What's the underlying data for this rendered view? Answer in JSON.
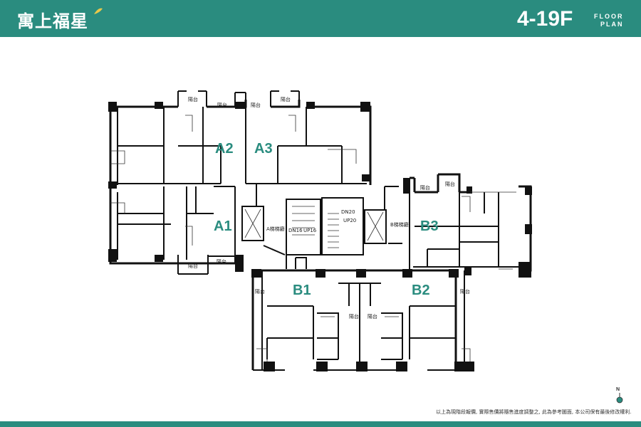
{
  "header": {
    "brand": "寓上福星",
    "floor": "4-19F",
    "floor_sub_1": "FLOOR",
    "floor_sub_2": "PLAN"
  },
  "plan": {
    "units": [
      "A2",
      "A3",
      "A1",
      "B3",
      "B1",
      "B2"
    ],
    "balcony": "陽台",
    "stair_a": "A梯梯廳",
    "stair_b": "B梯梯廳",
    "dn20": "DN20",
    "up20": "UP20",
    "dn16": "DN16",
    "up16": "UP16"
  },
  "north": "N",
  "footnote": "以上為現階段報價, 實際售價將隨售進度調整之, 此為參考圖面, 本公司保有最後修改權利.",
  "colors": {
    "brand": "#2a8c7f"
  }
}
